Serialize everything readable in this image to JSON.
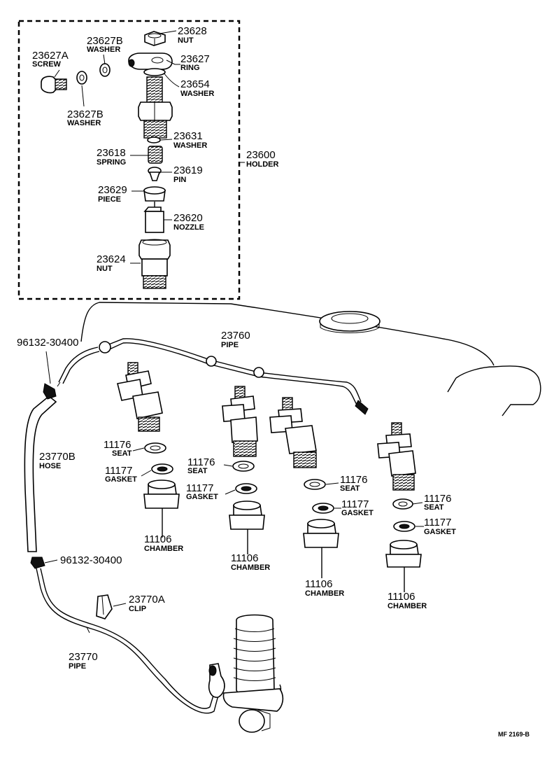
{
  "parts": {
    "p23628": {
      "num": "23628",
      "desc": "NUT"
    },
    "p23627b1": {
      "num": "23627B",
      "desc": "WASHER"
    },
    "p23627a": {
      "num": "23627A",
      "desc": "SCREW"
    },
    "p23627": {
      "num": "23627",
      "desc": "RING"
    },
    "p23654": {
      "num": "23654",
      "desc": "WASHER"
    },
    "p23627b2": {
      "num": "23627B",
      "desc": "WASHER"
    },
    "p23631": {
      "num": "23631",
      "desc": "WASHER"
    },
    "p23618": {
      "num": "23618",
      "desc": "SPRING"
    },
    "p23600": {
      "num": "23600",
      "desc": "HOLDER"
    },
    "p23619": {
      "num": "23619",
      "desc": "PIN"
    },
    "p23629": {
      "num": "23629",
      "desc": "PIECE"
    },
    "p23620": {
      "num": "23620",
      "desc": "NOZZLE"
    },
    "p23624": {
      "num": "23624",
      "desc": "NUT"
    },
    "p96132a": {
      "num": "96132-30400"
    },
    "p23760": {
      "num": "23760",
      "desc": "PIPE"
    },
    "p23770b": {
      "num": "23770B",
      "desc": "HOSE"
    },
    "c1_seat": {
      "num": "11176",
      "desc": "SEAT"
    },
    "c1_gasket": {
      "num": "11177",
      "desc": "GASKET"
    },
    "c1_chamber": {
      "num": "11106",
      "desc": "CHAMBER"
    },
    "c2_seat": {
      "num": "11176",
      "desc": "SEAT"
    },
    "c2_gasket": {
      "num": "11177",
      "desc": "GASKET"
    },
    "c2_chamber": {
      "num": "11106",
      "desc": "CHAMBER"
    },
    "c3_seat": {
      "num": "11176",
      "desc": "SEAT"
    },
    "c3_gasket": {
      "num": "11177",
      "desc": "GASKET"
    },
    "c3_chamber": {
      "num": "11106",
      "desc": "CHAMBER"
    },
    "c4_seat": {
      "num": "11176",
      "desc": "SEAT"
    },
    "c4_gasket": {
      "num": "11177",
      "desc": "GASKET"
    },
    "c4_chamber": {
      "num": "11106",
      "desc": "CHAMBER"
    },
    "p96132b": {
      "num": "96132-30400"
    },
    "p23770a": {
      "num": "23770A",
      "desc": "CLIP"
    },
    "p23770": {
      "num": "23770",
      "desc": "PIPE"
    }
  },
  "diagram_code": "MF 2169-B"
}
